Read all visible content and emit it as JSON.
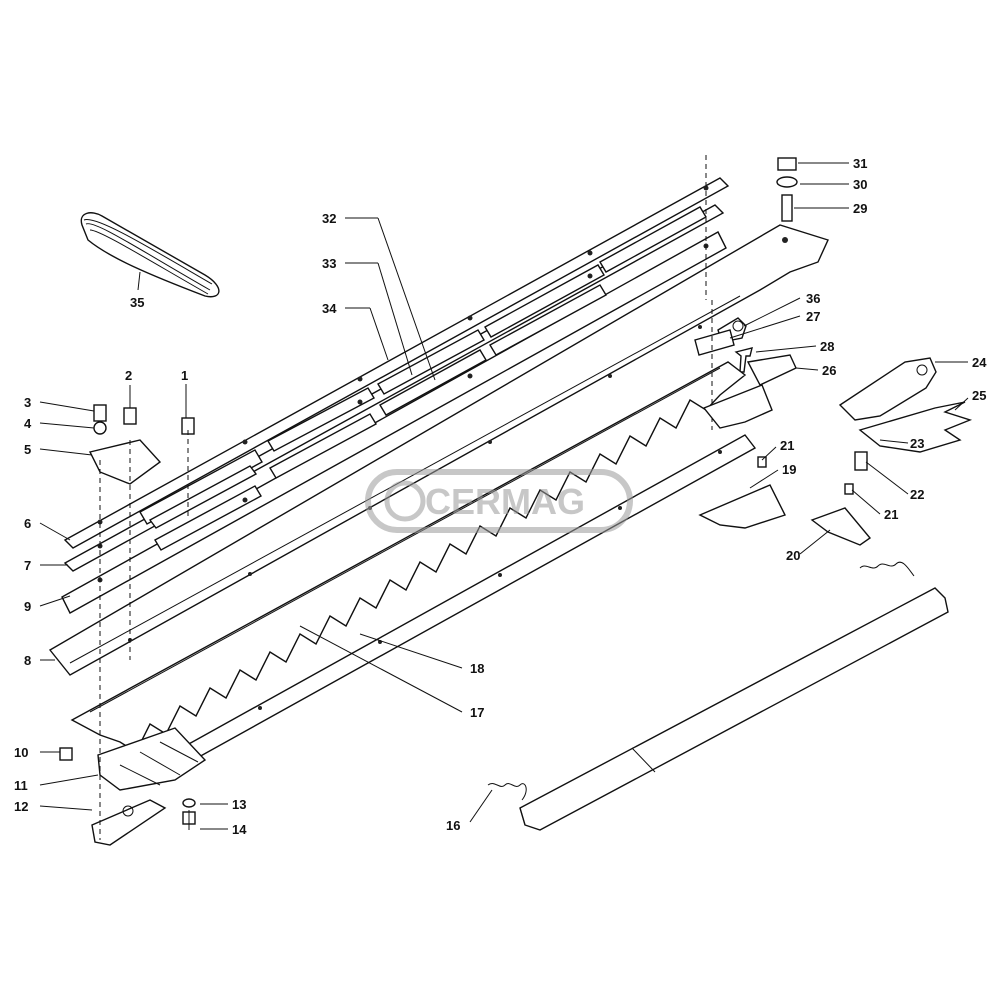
{
  "watermark": {
    "text": "CERMAG",
    "color": "#9a9a9a"
  },
  "callouts": {
    "c1": "1",
    "c2": "2",
    "c3": "3",
    "c4": "4",
    "c5": "5",
    "c6": "6",
    "c7": "7",
    "c8": "8",
    "c9": "9",
    "c10": "10",
    "c11": "11",
    "c12": "12",
    "c13": "13",
    "c14": "14",
    "c16": "16",
    "c17": "17",
    "c18": "18",
    "c19": "19",
    "c20": "20",
    "c21a": "21",
    "c21b": "21",
    "c22": "22",
    "c23": "23",
    "c24": "24",
    "c25": "25",
    "c26": "26",
    "c27": "27",
    "c28": "28",
    "c29": "29",
    "c30": "30",
    "c31": "31",
    "c32": "32",
    "c33": "33",
    "c34": "34",
    "c35": "35",
    "c36": "36"
  }
}
